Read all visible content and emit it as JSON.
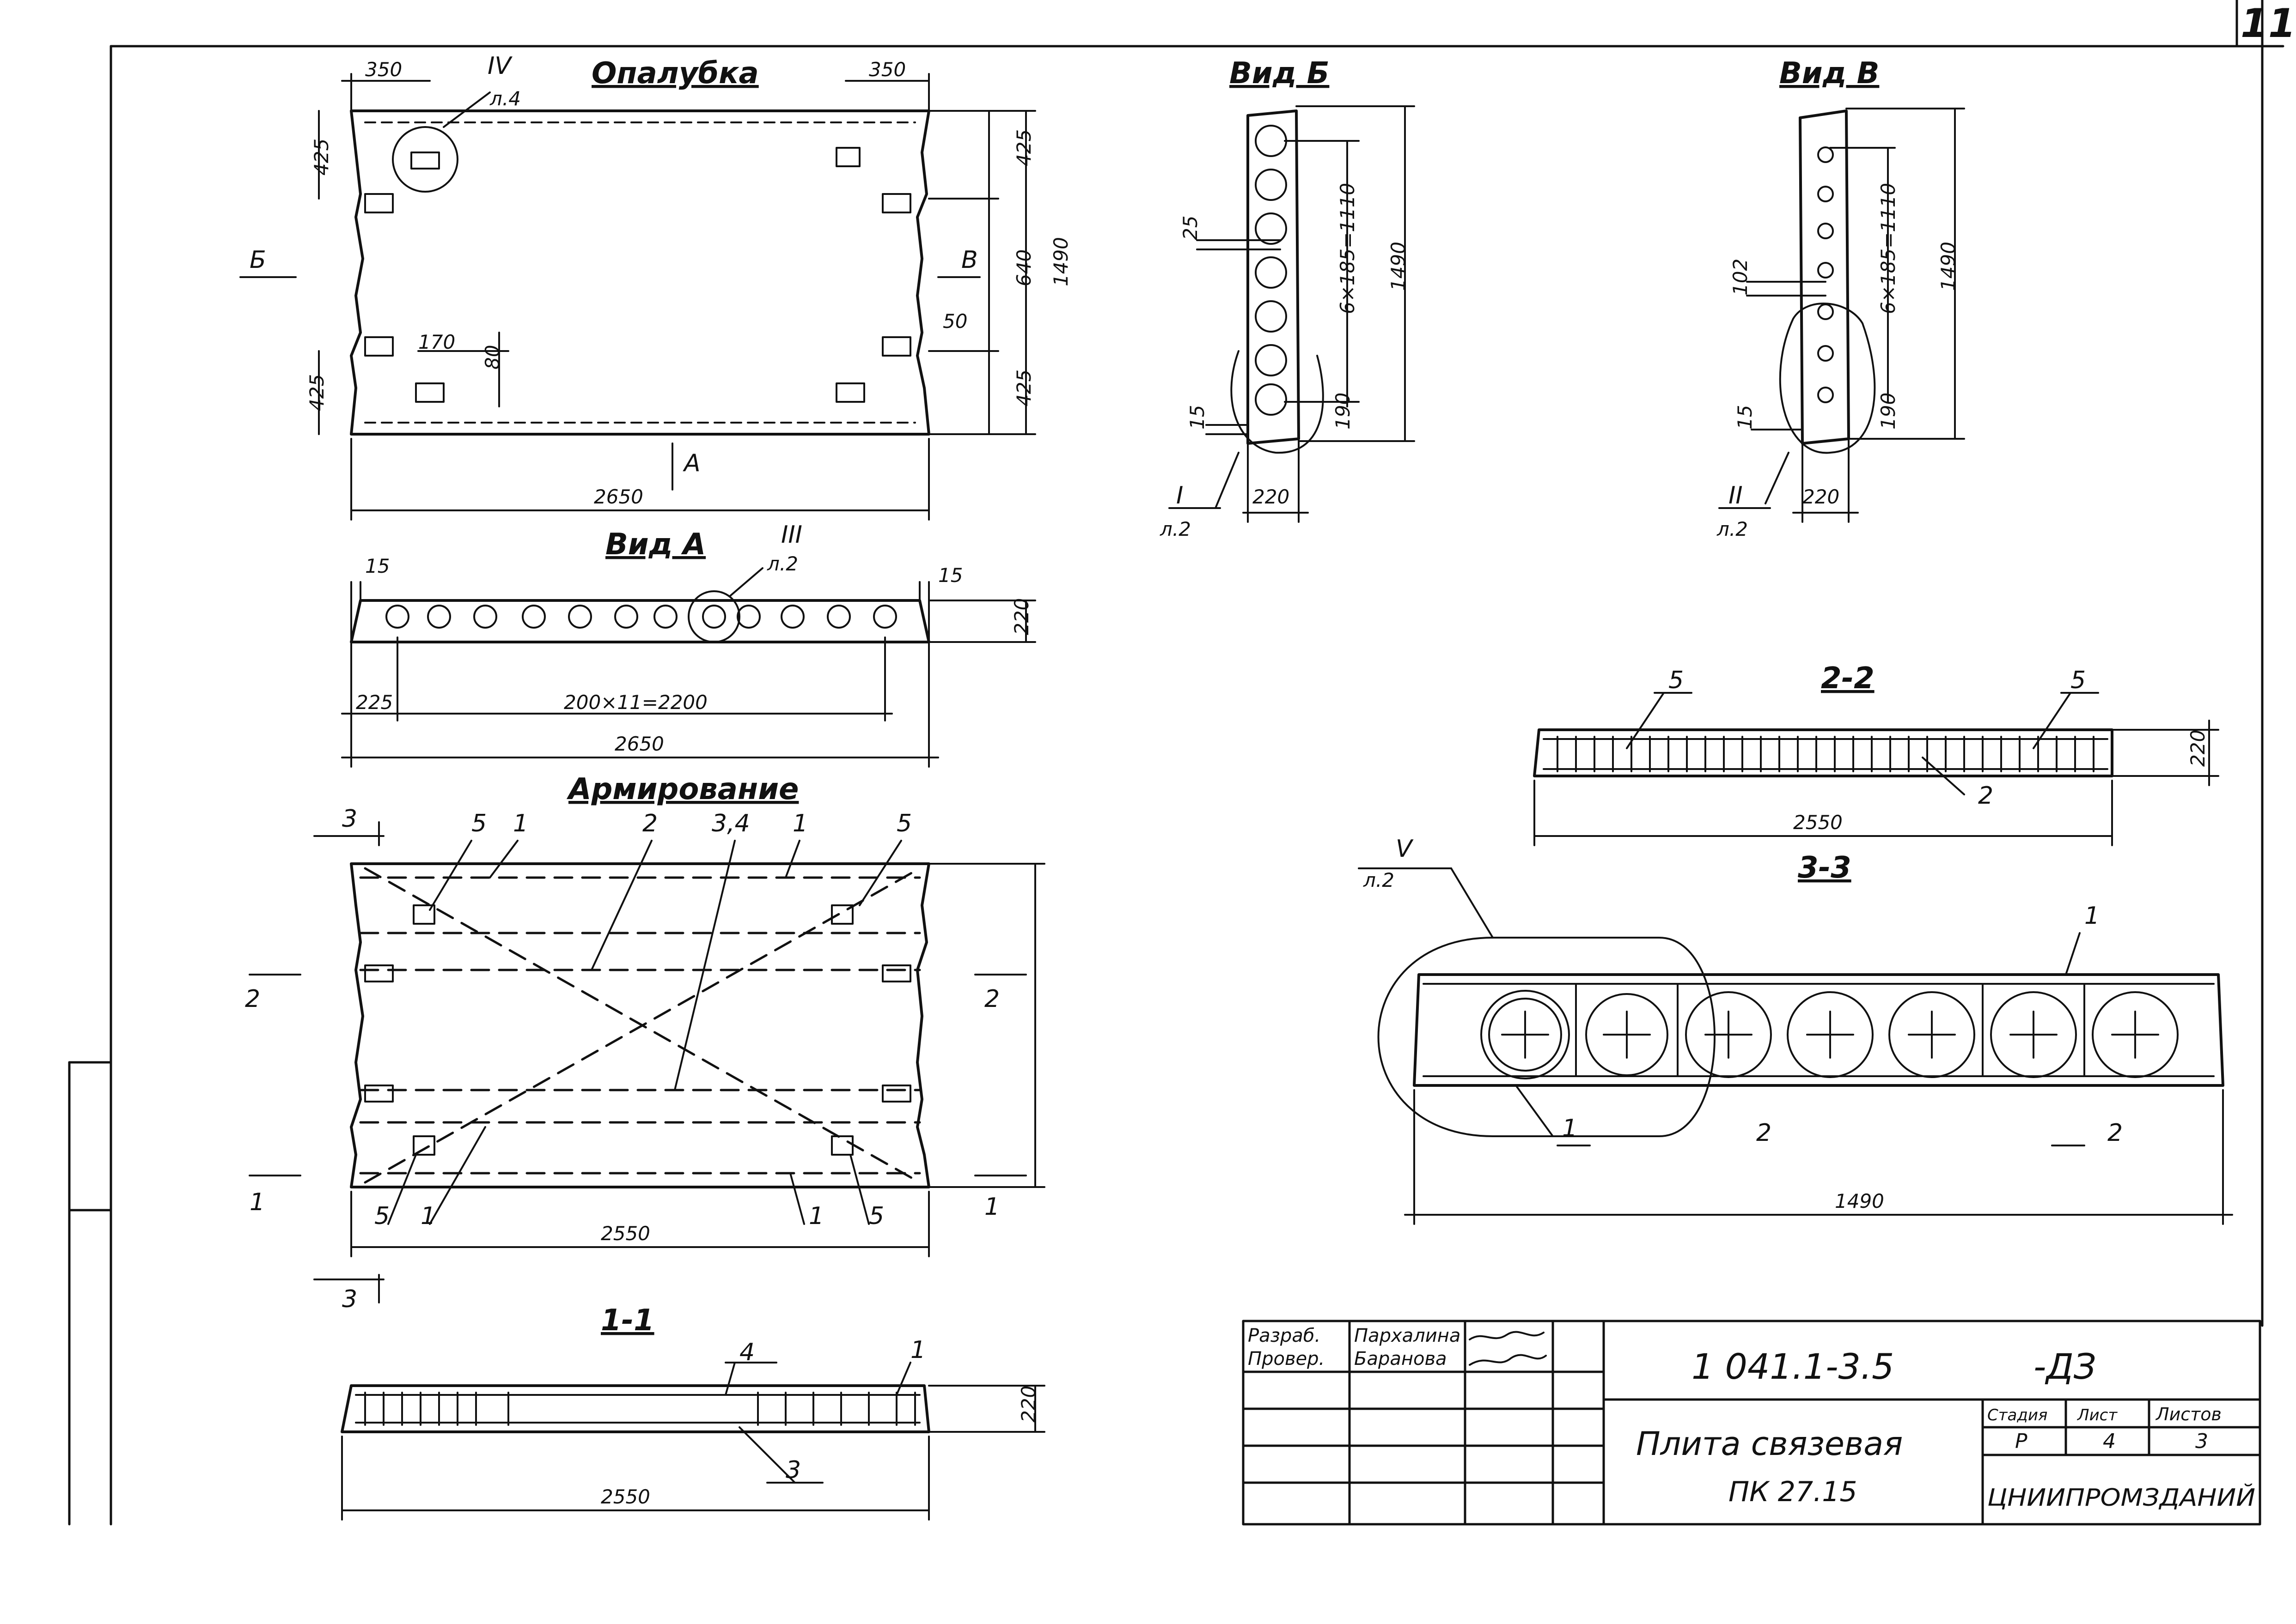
{
  "sheet": {
    "number": "11"
  },
  "views": {
    "opalubka": {
      "title": "Опалубка",
      "dims": {
        "top_left": "350",
        "top_right": "350",
        "left_top": "425",
        "left_bottom": "425",
        "right_top": "425",
        "right_mid": "640",
        "right_total": "1490",
        "right_bottom": "425",
        "width": "2650",
        "slot_w": "170",
        "slot_h": "80",
        "gap": "50"
      },
      "labels": {
        "b": "Б",
        "v": "В",
        "a": "А",
        "callout": "IV",
        "callout_sheet": "л.4"
      }
    },
    "vid_a": {
      "title": "Вид А",
      "dims": {
        "edge_l": "15",
        "edge_r": "15",
        "height": "220",
        "offset": "225",
        "pitch": "200×11=2200",
        "width": "2650"
      },
      "callout": "III",
      "callout_sheet": "л.2"
    },
    "vid_b": {
      "title": "Вид Б",
      "dims": {
        "a": "25",
        "pitch": "6×185=1110",
        "total": "1490",
        "b": "15",
        "c": "190",
        "width": "220"
      },
      "callout": "I",
      "callout_sheet": "л.2"
    },
    "vid_v": {
      "title": "Вид В",
      "dims": {
        "a": "102",
        "pitch": "6×185=1110",
        "total": "1490",
        "b": "15",
        "c": "190",
        "width": "220"
      },
      "callout": "II",
      "callout_sheet": "л.2"
    },
    "armirovanie": {
      "title": "Армирование",
      "labels": [
        "5",
        "1",
        "2",
        "3,4",
        "1",
        "5",
        "5",
        "1",
        "1",
        "5"
      ],
      "sections": {
        "s3": "3",
        "s2": "2",
        "s1": "1"
      },
      "width": "2550"
    },
    "section_11": {
      "title": "1-1",
      "labels": [
        "4",
        "1",
        "3"
      ],
      "height": "220",
      "width": "2550"
    },
    "section_22": {
      "title": "2-2",
      "labels": [
        "5",
        "5",
        "2"
      ],
      "height": "220",
      "width": "2550"
    },
    "section_33": {
      "title": "3-3",
      "labels": [
        "1",
        "1",
        "2",
        "2"
      ],
      "width": "1490",
      "callout": "V",
      "callout_sheet": "л.2"
    }
  },
  "title_block": {
    "roles": [
      "Разраб.",
      "Провер."
    ],
    "names": [
      "Пархалина",
      "Баранова"
    ],
    "document_code": "1 041.1-3.5",
    "document_suffix": "-ДЗ",
    "title_line1": "Плита связевая",
    "title_line2": "ПК 27.15",
    "stage_header": "Стадия",
    "sheet_header": "Лист",
    "sheets_header": "Листов",
    "stage": "Р",
    "sheet": "4",
    "sheets": "3",
    "organization": "ЦНИИПРОМЗДАНИЙ"
  }
}
